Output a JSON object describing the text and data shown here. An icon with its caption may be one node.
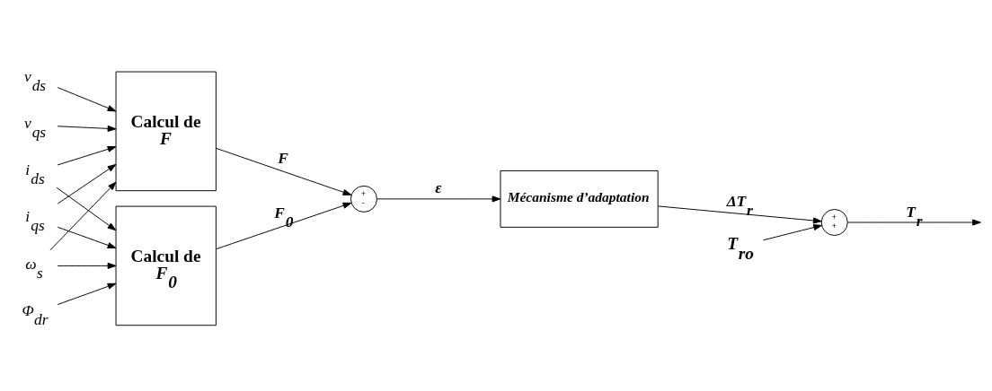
{
  "diagram": {
    "nodes": [
      {
        "text": [
          "v$_{ds}$"
        ]
      },
      {
        "text": [
          "v$_{qs}$"
        ]
      },
      {
        "text": [
          "i$_{ds}$"
        ]
      },
      {
        "text": [
          "i$_{qs}$"
        ]
      },
      {
        "text": [
          "ω$_{s}$"
        ]
      },
      {
        "text": [
          "Φ$_{dr}$"
        ]
      },
      {
        "text": [
          "Calcul de",
          "F"
        ]
      },
      {
        "text": [
          "Calcul de",
          "F$_{0}$"
        ]
      },
      {
        "text": [
          "+",
          "-"
        ]
      },
      {
        "text": [
          "Mécanisme d’adaptation"
        ]
      },
      {
        "text": [
          "+",
          "+"
        ]
      },
      {
        "text": [
          "T$_{ro}$"
        ]
      }
    ],
    "edges": [
      {
        "from": 0,
        "to": 6,
        "arrow": "to"
      },
      {
        "from": 1,
        "to": 6,
        "arrow": "to"
      },
      {
        "from": 2,
        "to": 6,
        "arrow": "to"
      },
      {
        "from": 3,
        "to": 6,
        "arrow": "to"
      },
      {
        "from": 4,
        "to": 6,
        "arrow": "to"
      },
      {
        "from": 5,
        "to": 7,
        "arrow": "to"
      },
      {
        "from": 2,
        "to": 7,
        "arrow": "to"
      },
      {
        "from": 3,
        "to": 7,
        "arrow": "to"
      },
      {
        "from": 4,
        "to": 7,
        "arrow": "to"
      },
      {
        "from": 6,
        "to": 8,
        "arrow": "to",
        "label": "F"
      },
      {
        "from": 7,
        "to": 8,
        "arrow": "to",
        "label": "F$_{0}$"
      },
      {
        "from": 8,
        "to": 9,
        "arrow": "to",
        "label": "ε"
      },
      {
        "from": 9,
        "to": 10,
        "arrow": "to",
        "label": "ΔT$_{r}$"
      },
      {
        "from": 11,
        "to": 10,
        "arrow": "to"
      },
      {
        "from": 10,
        "to": null,
        "arrow": "to",
        "label": "T$_{r}$"
      }
    ]
  }
}
